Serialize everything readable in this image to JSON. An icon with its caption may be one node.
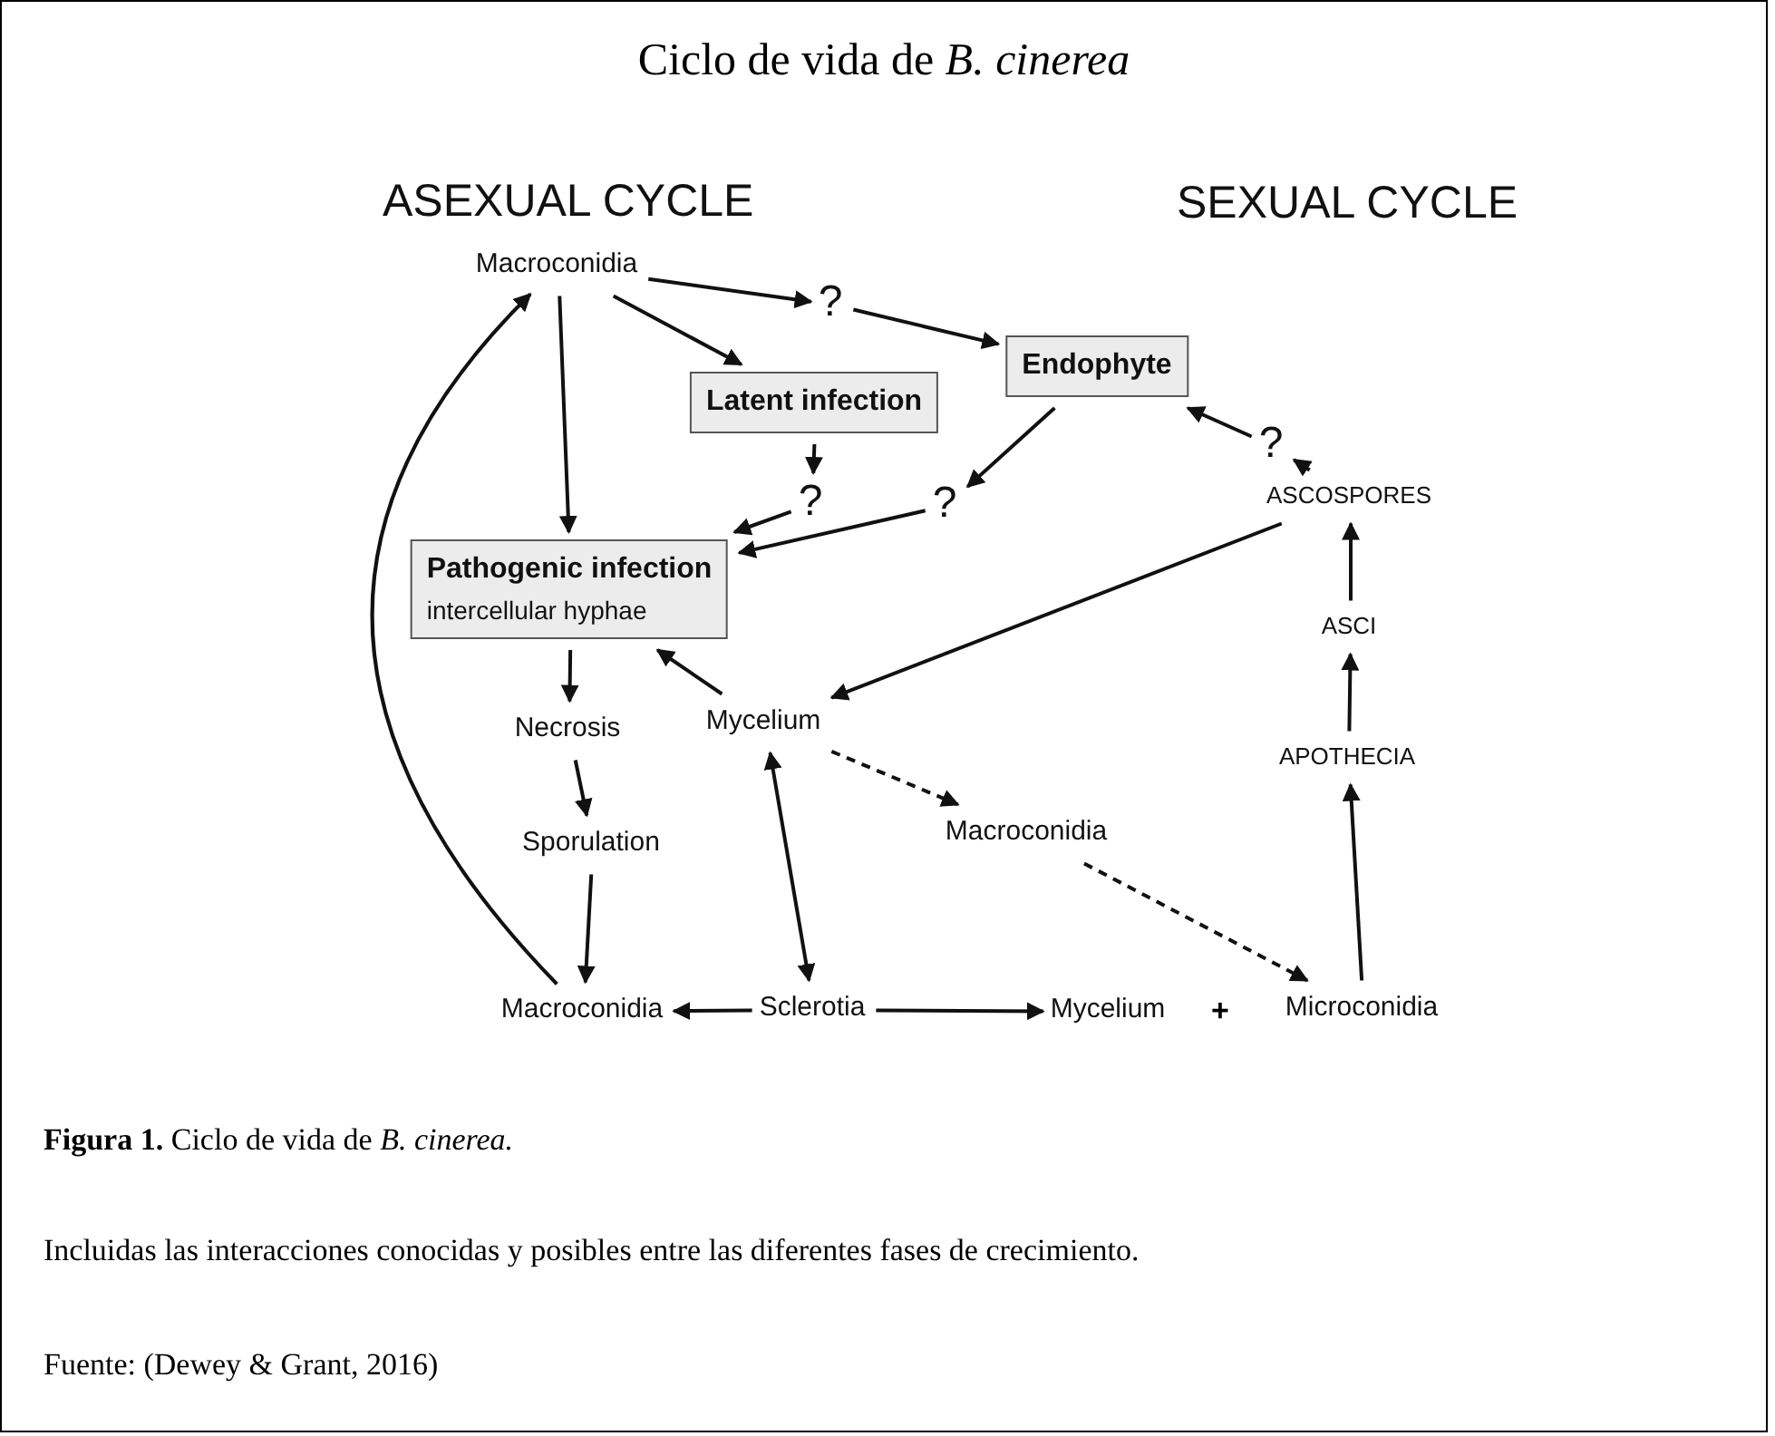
{
  "diagram": {
    "title": "Ciclo de vida de *B. cinerea*",
    "caption": "**Figura 1.** Ciclo de vida de *B. cinerea.*",
    "nodes": [
      {
        "text": [
          "Macroconidia"
        ]
      },
      {
        "text": [
          "?"
        ]
      },
      {
        "text": [
          "Endophyte"
        ]
      },
      {
        "text": [
          "Latent infection"
        ]
      },
      {
        "text": [
          "?"
        ]
      },
      {
        "text": [
          "?"
        ]
      },
      {
        "text": [
          "?"
        ]
      },
      {
        "text": [
          "ASCOSPORES"
        ]
      },
      {
        "text": [
          "Pathogenic infection",
          "intercellular hyphae"
        ]
      },
      {
        "text": [
          "Necrosis"
        ]
      },
      {
        "text": [
          "Mycelium"
        ]
      },
      {
        "text": [
          "ASCI"
        ]
      },
      {
        "text": [
          "APOTHECIA"
        ]
      },
      {
        "text": [
          "Sporulation"
        ]
      },
      {
        "text": [
          "Macroconidia"
        ]
      },
      {
        "text": [
          "Macroconidia"
        ]
      },
      {
        "text": [
          "Sclerotia"
        ]
      },
      {
        "text": [
          "Mycelium"
        ]
      },
      {
        "text": [
          "Microconidia"
        ]
      }
    ],
    "edges": [
      {
        "from": 0,
        "to": 8,
        "arrow": "to"
      },
      {
        "from": 0,
        "to": 3,
        "arrow": "to"
      },
      {
        "from": 0,
        "to": 1,
        "arrow": "to"
      },
      {
        "from": 1,
        "to": 2,
        "arrow": "to"
      },
      {
        "from": 3,
        "to": 4,
        "arrow": "to"
      },
      {
        "from": 4,
        "to": 8,
        "arrow": "to"
      },
      {
        "from": 2,
        "to": 5,
        "arrow": "to"
      },
      {
        "from": 5,
        "to": 8,
        "arrow": "to"
      },
      {
        "from": 7,
        "to": 6,
        "arrow": "to"
      },
      {
        "from": 6,
        "to": 2,
        "arrow": "to"
      },
      {
        "from": 7,
        "to": 10,
        "arrow": "to"
      },
      {
        "from": 10,
        "to": 8,
        "arrow": "to"
      },
      {
        "from": 8,
        "to": 9,
        "arrow": "to"
      },
      {
        "from": 9,
        "to": 13,
        "arrow": "to"
      },
      {
        "from": 13,
        "to": 15,
        "arrow": "to"
      },
      {
        "from": 10,
        "to": 16,
        "arrow": "both"
      },
      {
        "from": 10,
        "to": 14,
        "arrow": "to",
        "style": "dashed"
      },
      {
        "from": 14,
        "to": 18,
        "arrow": "to",
        "style": "dashed"
      },
      {
        "from": 16,
        "to": 15,
        "arrow": "to"
      },
      {
        "from": 16,
        "to": 17,
        "arrow": "to"
      },
      {
        "from": 18,
        "to": 12,
        "arrow": "to"
      },
      {
        "from": 12,
        "to": 11,
        "arrow": "to"
      },
      {
        "from": 11,
        "to": 7,
        "arrow": "to"
      },
      {
        "from": 15,
        "to": 0,
        "arrow": "to"
      }
    ],
    "labels": [
      "ASEXUAL CYCLE",
      "SEXUAL CYCLE",
      "+",
      "Incluidas las interacciones conocidas y posibles entre las diferentes fases de crecimiento.",
      "Fuente: (Dewey & Grant, 2016)"
    ]
  }
}
